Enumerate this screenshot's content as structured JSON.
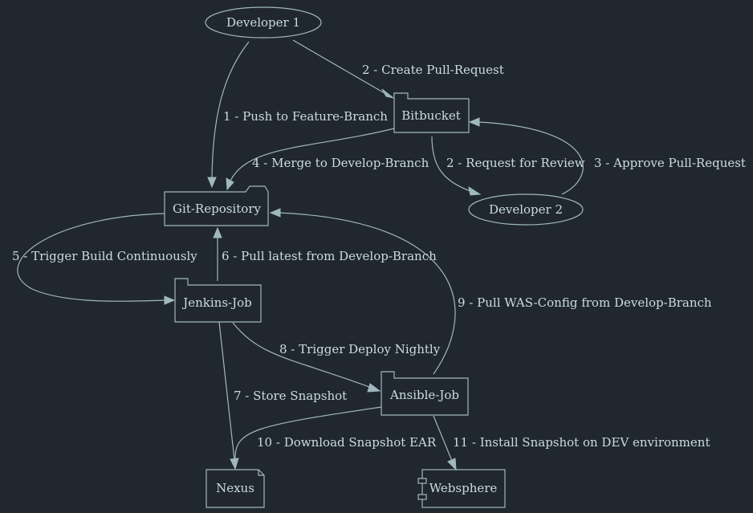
{
  "colors": {
    "background": "#21272e",
    "stroke": "#9fb8bd",
    "text": "#c8dde0"
  },
  "nodes": {
    "developer1": {
      "label": "Developer 1",
      "shape": "ellipse"
    },
    "bitbucket": {
      "label": "Bitbucket",
      "shape": "folder"
    },
    "developer2": {
      "label": "Developer 2",
      "shape": "ellipse"
    },
    "git_repository": {
      "label": "Git-Repository",
      "shape": "folder"
    },
    "jenkins_job": {
      "label": "Jenkins-Job",
      "shape": "folder"
    },
    "ansible_job": {
      "label": "Ansible-Job",
      "shape": "folder"
    },
    "nexus": {
      "label": "Nexus",
      "shape": "note"
    },
    "websphere": {
      "label": "Websphere",
      "shape": "component"
    }
  },
  "edges": [
    {
      "id": "e1",
      "from": "developer1",
      "to": "git_repository",
      "label": "1 - Push to Feature-Branch"
    },
    {
      "id": "e2a",
      "from": "developer1",
      "to": "bitbucket",
      "label": "2 - Create Pull-Request"
    },
    {
      "id": "e2b",
      "from": "bitbucket",
      "to": "developer2",
      "label": "2 - Request for Review"
    },
    {
      "id": "e3",
      "from": "developer2",
      "to": "bitbucket",
      "label": "3 - Approve Pull-Request"
    },
    {
      "id": "e4",
      "from": "bitbucket",
      "to": "git_repository",
      "label": "4 - Merge to Develop-Branch"
    },
    {
      "id": "e5",
      "from": "git_repository",
      "to": "jenkins_job",
      "label": "5 - Trigger Build Continuously"
    },
    {
      "id": "e6",
      "from": "jenkins_job",
      "to": "git_repository",
      "label": "6 - Pull latest from Develop-Branch"
    },
    {
      "id": "e7",
      "from": "jenkins_job",
      "to": "nexus",
      "label": "7 - Store Snapshot"
    },
    {
      "id": "e8",
      "from": "jenkins_job",
      "to": "ansible_job",
      "label": "8 - Trigger Deploy Nightly"
    },
    {
      "id": "e9",
      "from": "ansible_job",
      "to": "git_repository",
      "label": "9 - Pull WAS-Config from Develop-Branch"
    },
    {
      "id": "e10",
      "from": "ansible_job",
      "to": "nexus",
      "label": "10 - Download Snapshot EAR"
    },
    {
      "id": "e11",
      "from": "ansible_job",
      "to": "websphere",
      "label": "11 - Install Snapshot on DEV environment"
    }
  ]
}
